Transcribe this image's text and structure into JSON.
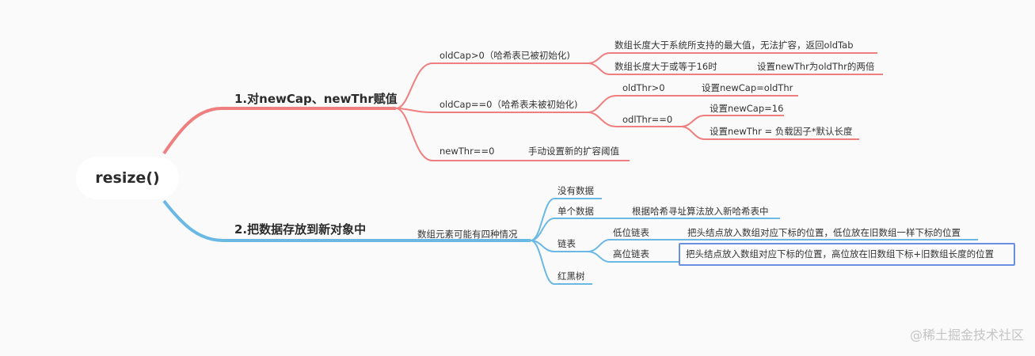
{
  "colors": {
    "branch1": "#ef7f7f",
    "branch2": "#6ab8e4",
    "highlight": "#6b8fe0"
  },
  "root": {
    "label": "resize()"
  },
  "branch1": {
    "label": "1.对newCap、newThr赋值",
    "oldcap_gt0": {
      "label": "oldCap>0（哈希表已被初始化)",
      "max_case": "数组长度大于系统所支持的最大值，无法扩容，返回oldTab",
      "ge16_case": "数组长度大于或等于16时",
      "ge16_action": "设置newThr为oldThr的两倍"
    },
    "oldcap_eq0": {
      "label": "oldCap==0（哈希表未被初始化)",
      "oldthr_gt0": "oldThr>0",
      "oldthr_gt0_action": "设置newCap=oldThr",
      "odlthr_eq0": "odlThr==0",
      "action_cap": "设置newCap=16",
      "action_thr": "设置newThr = 负载因子*默认长度"
    },
    "newthr_eq0": {
      "label": "newThr==0",
      "action": "手动设置新的扩容阈值"
    }
  },
  "branch2": {
    "label": "2.把数据存放到新对象中",
    "cases_label": "数组元素可能有四种情况",
    "empty": "没有数据",
    "single": "单个数据",
    "single_action": "根据哈希寻址算法放入新哈希表中",
    "linked": "链表",
    "low": "低位链表",
    "low_action": "把头结点放入数组对应下标的位置，低位放在旧数组一样下标的位置",
    "high": "高位链表",
    "high_action": "把头结点放入数组对应下标的位置，高位放在旧数组下标+旧数组长度的位置",
    "rbtree": "红黑树"
  },
  "watermark": "@稀土掘金技术社区"
}
